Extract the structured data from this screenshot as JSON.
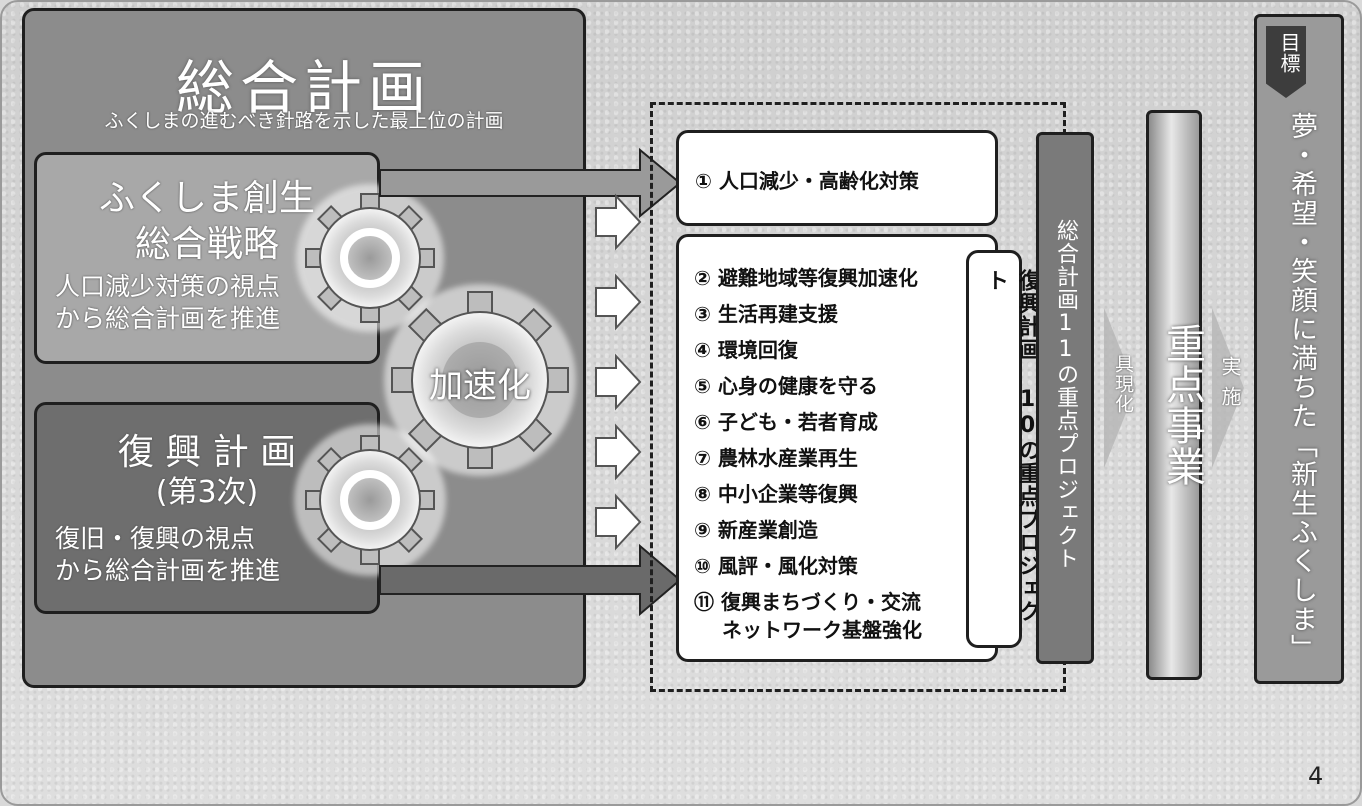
{
  "main_plan": {
    "title": "総合計画",
    "subtitle": "ふくしまの進むべき針路を示した最上位の計画"
  },
  "strategy": {
    "title_line1": "ふくしま創生",
    "title_line2": "総合戦略",
    "body_line1": "人口減少対策の視点",
    "body_line2": "から総合計画を推進"
  },
  "reconstruction": {
    "title_line1": "復 興 計 画",
    "title_line2": "(第3次)",
    "body_line1": "復旧・復興の視点",
    "body_line2": "から総合計画を推進"
  },
  "gear_label": "加速化",
  "items_top": "① 人口減少・高齢化対策",
  "items": [
    "② 避難地域等復興加速化",
    "③ 生活再建支援",
    "④ 環境回復",
    "⑤ 心身の健康を守る",
    "⑥ 子ども・若者育成",
    "⑦ 農林水産業再生",
    "⑧ 中小企業等復興",
    "⑨ 新産業創造",
    "⑩ 風評・風化対策",
    "⑪ 復興まちづくり・交流",
    "ネットワーク基盤強化"
  ],
  "recon_projects_label": "復興計画 10の重点プロジェクト",
  "plan_projects_label": "総合計画11の重点プロジェクト",
  "embody_label": "具現化",
  "key_projects_label": "重点事業",
  "implement_label": "実施",
  "goal_tag": "目標",
  "goal_text": "夢・希望・笑顔に満ちた「新生ふくしま」",
  "page_number": "4"
}
